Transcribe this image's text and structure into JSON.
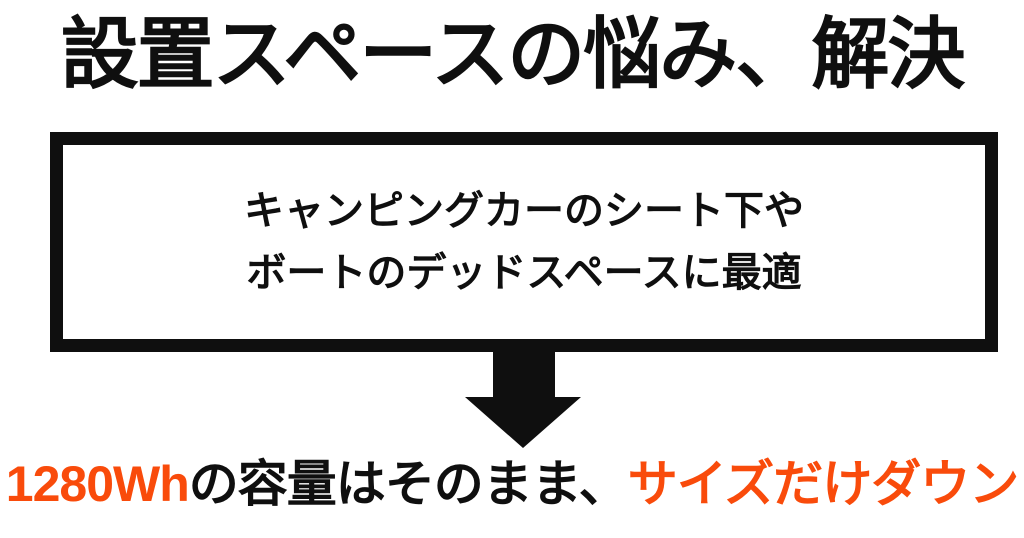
{
  "page": {
    "background": "#ffffff"
  },
  "colors": {
    "text_black": "#0f0f0f",
    "accent_orange": "#f94b0b",
    "box_border": "#0f0f0f",
    "arrow_fill": "#0f0f0f"
  },
  "title": {
    "text": "設置スペースの悩み、解決",
    "color": "#0f0f0f"
  },
  "callout_box": {
    "line1": "キャンピングカーのシート下や",
    "line2": "ボートのデッドスペースに最適",
    "text_color": "#0f0f0f",
    "border_color": "#0f0f0f"
  },
  "arrow": {
    "direction": "down",
    "color": "#0f0f0f"
  },
  "bottom_line": {
    "segments": [
      {
        "text": "1280Wh",
        "color": "#f94b0b"
      },
      {
        "text": "の容量はそのまま、",
        "color": "#0f0f0f"
      },
      {
        "text": "サイズだけダウン",
        "color": "#f94b0b"
      }
    ]
  }
}
